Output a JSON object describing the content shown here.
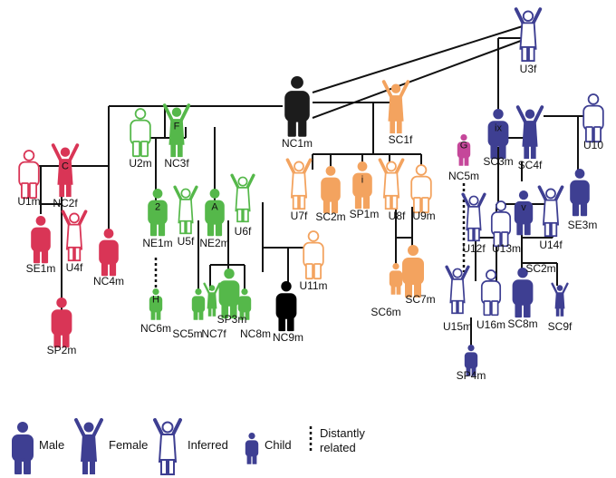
{
  "colors": {
    "red": "#d93556",
    "green": "#55b84a",
    "orange": "#f3a35f",
    "navy": "#3e3f92",
    "black": "#1c1c1c",
    "magenta": "#c5479a"
  },
  "nodes": {
    "nc1m": {
      "label": "NC1m"
    },
    "u3f": {
      "label": "U3f"
    },
    "u1m": {
      "label": "U1m"
    },
    "nc2f": {
      "label": "NC2f",
      "glyph": "C"
    },
    "se1m": {
      "label": "SE1m"
    },
    "u4f": {
      "label": "U4f"
    },
    "sp2m": {
      "label": "SP2m"
    },
    "nc4m": {
      "label": "NC4m"
    },
    "u2m": {
      "label": "U2m"
    },
    "nc3f": {
      "label": "NC3f",
      "glyph": "F"
    },
    "ne1m": {
      "label": "NE1m",
      "glyph": "2"
    },
    "u5f": {
      "label": "U5f"
    },
    "ne2m": {
      "label": "NE2m",
      "glyph": "A"
    },
    "u6f": {
      "label": "U6f"
    },
    "nc6m": {
      "label": "NC6m",
      "glyph": "H"
    },
    "sc5m": {
      "label": "SC5m"
    },
    "nc7f": {
      "label": "NC7f"
    },
    "sp3m": {
      "label": "SP3m"
    },
    "nc8m": {
      "label": "NC8m"
    },
    "nc9m": {
      "label": "NC9m"
    },
    "u11m": {
      "label": "U11m"
    },
    "sc1f": {
      "label": "SC1f"
    },
    "u7f": {
      "label": "U7f"
    },
    "sc2m_o": {
      "label": "SC2m"
    },
    "sp1m": {
      "label": "SP1m",
      "glyph": "i"
    },
    "u8f": {
      "label": "U8f"
    },
    "u9m": {
      "label": "U9m"
    },
    "sc6m": {
      "label": "SC6m"
    },
    "sc7m": {
      "label": "SC7m"
    },
    "nc5m": {
      "label": "NC5m",
      "glyph": "G"
    },
    "sc3m": {
      "label": "SC3m",
      "glyph": "ix"
    },
    "sc4f": {
      "label": "SC4f"
    },
    "u10": {
      "label": "U10"
    },
    "se3m": {
      "label": "SE3m"
    },
    "u12f": {
      "label": "U12f"
    },
    "u13m": {
      "label": "U13m"
    },
    "v_child": {
      "label": "",
      "glyph": "v"
    },
    "u14f": {
      "label": "U14f"
    },
    "sc2m_b": {
      "label": "SC2m"
    },
    "u15m": {
      "label": "U15m"
    },
    "u16m": {
      "label": "U16m"
    },
    "sc8m": {
      "label": "SC8m"
    },
    "sc9f": {
      "label": "SC9f"
    },
    "sp4m": {
      "label": "SP4m"
    }
  },
  "legend": {
    "male": "Male",
    "female": "Female",
    "inferred": "Inferred",
    "child": "Child",
    "distant_line1": "Distantly",
    "distant_line2": "related"
  }
}
